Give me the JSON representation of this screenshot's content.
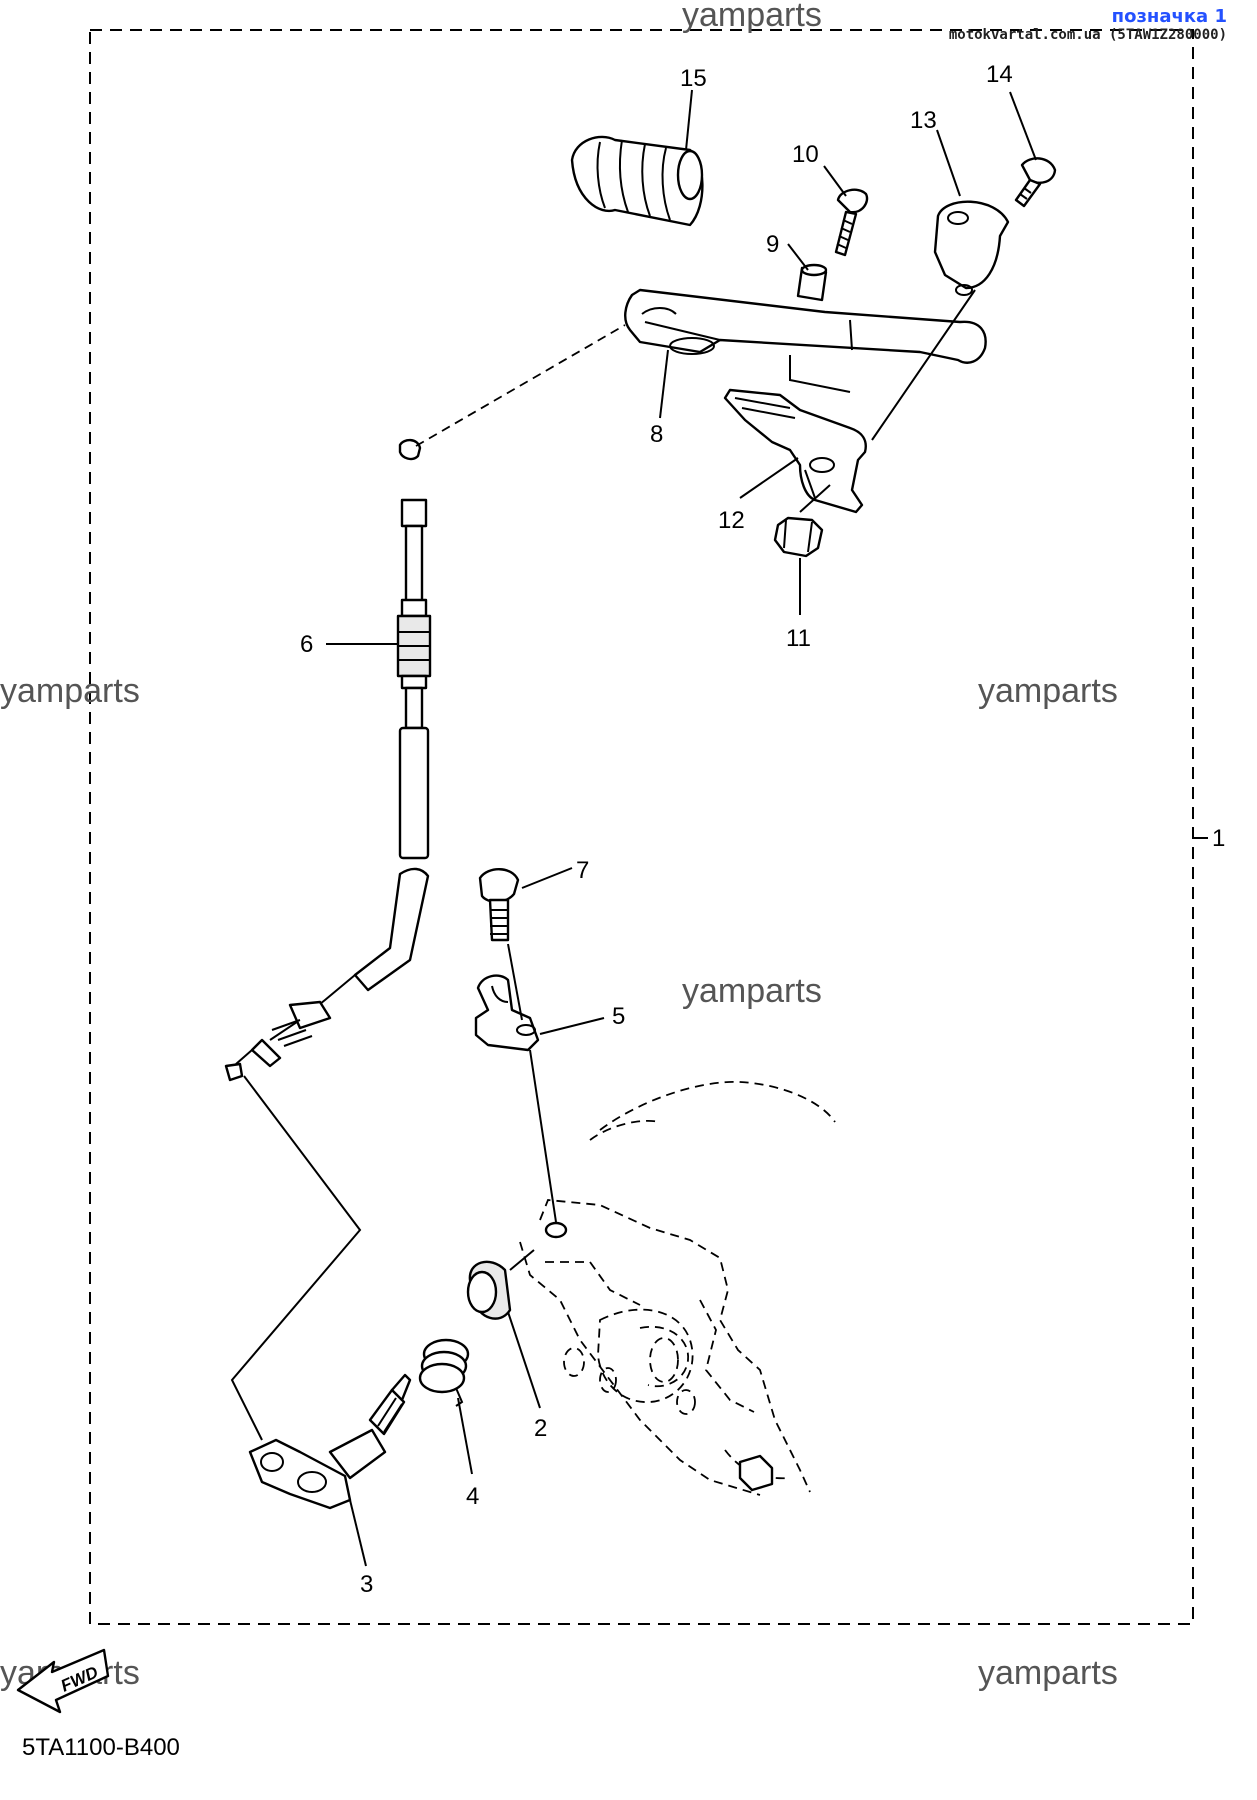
{
  "badge": {
    "label": "позначка 1",
    "ref": "motokvartal.com.ua (5TAW1Z280000)"
  },
  "watermark": "yamparts",
  "catalog_code": "5TA1100-B400",
  "fwd_label": "FWD",
  "parts": {
    "p1": "1",
    "p2": "2",
    "p3": "3",
    "p4": "4",
    "p5": "5",
    "p6": "6",
    "p7": "7",
    "p8": "8",
    "p9": "9",
    "p10": "10",
    "p11": "11",
    "p12": "12",
    "p13": "13",
    "p14": "14",
    "p15": "15"
  }
}
